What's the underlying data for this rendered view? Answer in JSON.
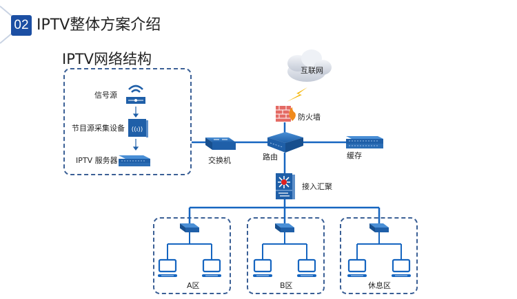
{
  "header": {
    "section_number": "02",
    "title": "IPTV整体方案介绍"
  },
  "diagram": {
    "title": "IPTV网络结构",
    "source_group": {
      "signal_source": "信号源",
      "capture_device": "节目源采集设备",
      "iptv_server": "IPTV 服务器"
    },
    "core": {
      "internet": "互联网",
      "firewall": "防火墙",
      "switch": "交换机",
      "router": "路由",
      "cache": "缓存",
      "aggregation": "接入汇聚"
    },
    "zones": [
      {
        "label": "A区"
      },
      {
        "label": "B区"
      },
      {
        "label": "休息区"
      }
    ]
  },
  "colors": {
    "accent": "#1c4fa3",
    "line": "#1565c0",
    "device": "#1f5fa8",
    "dashed_border": "#3a5f95",
    "lightning": "#f5b400",
    "firewall": "#d9534f"
  }
}
